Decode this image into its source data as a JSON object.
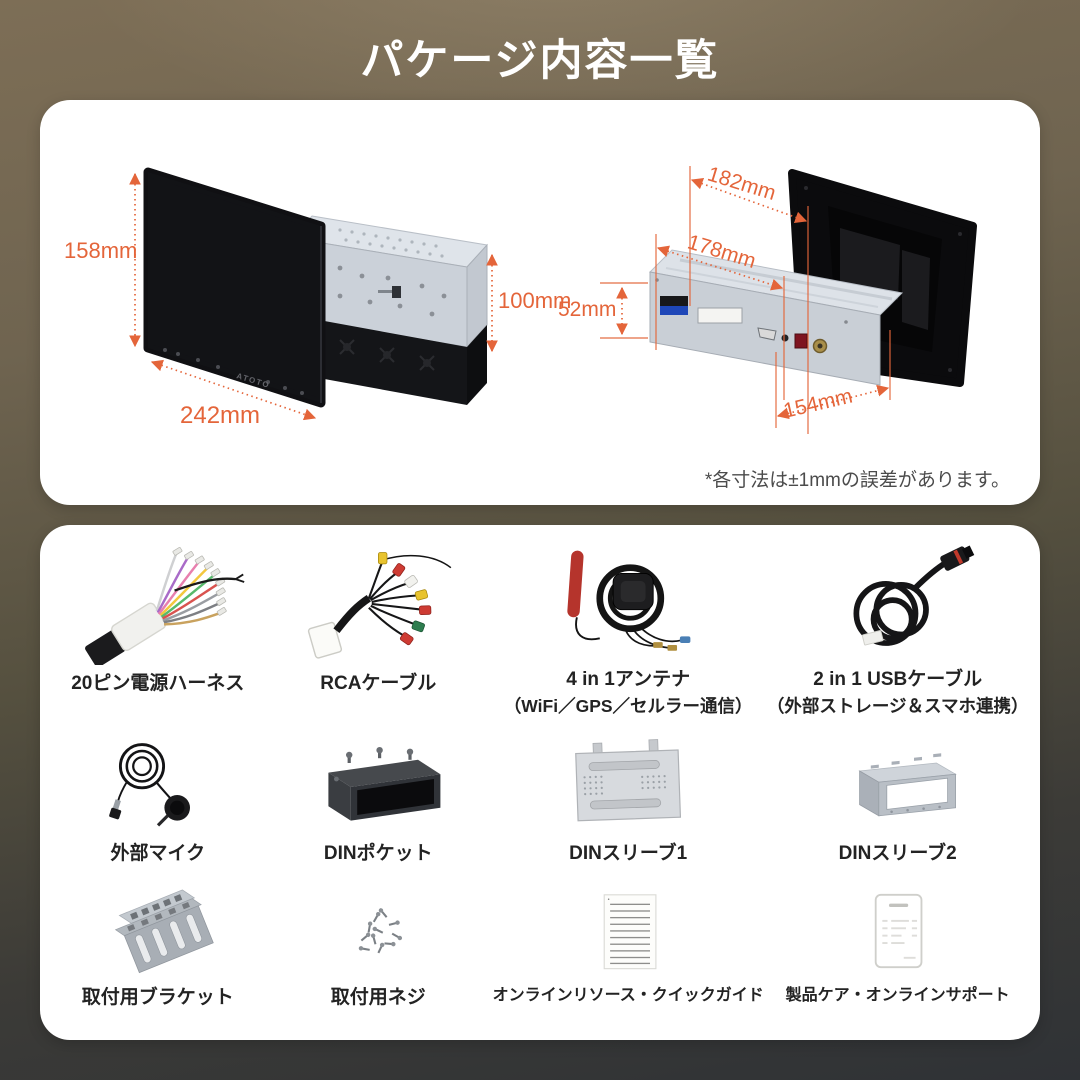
{
  "page": {
    "title": "パケージ内容一覧"
  },
  "colors": {
    "accent": "#E4653A",
    "card_bg": "#FFFFFF",
    "label_text": "#232323",
    "note_text": "#4B4B4B",
    "title_text": "#FFFFFF",
    "bg_top": "#7B6C54",
    "bg_bottom": "#2F3236"
  },
  "dimensions_card": {
    "front_view": {
      "logo": "ATOTO",
      "height_label": "158mm",
      "width_label": "242mm",
      "body_height_label": "100mm"
    },
    "rear_view": {
      "panel_width_label": "182mm",
      "body_width_label": "178mm",
      "body_height_label": "52mm",
      "body_depth_label": "154mm"
    },
    "note": "*各寸法は±1mmの誤差があります。"
  },
  "items_card": {
    "items": [
      {
        "label": "20ピン電源ハーネス",
        "icon": "power-harness"
      },
      {
        "label": "RCAケーブル",
        "icon": "rca-cable"
      },
      {
        "label": "4 in 1アンテナ",
        "sublabel": "（WiFi／GPS／セルラー通信）",
        "icon": "4in1-antenna"
      },
      {
        "label": "2 in 1 USBケーブル",
        "sublabel": "（外部ストレージ＆スマホ連携）",
        "icon": "usb-cable"
      },
      {
        "label": "外部マイク",
        "icon": "external-microphone"
      },
      {
        "label": "DINポケット",
        "icon": "din-pocket"
      },
      {
        "label": "DINスリーブ1",
        "icon": "din-sleeve-1"
      },
      {
        "label": "DINスリーブ2",
        "icon": "din-sleeve-2"
      },
      {
        "label": "取付用ブラケット",
        "icon": "mounting-bracket"
      },
      {
        "label": "取付用ネジ",
        "icon": "mounting-screws"
      },
      {
        "label": "オンラインリソース・クイックガイド",
        "icon": "quick-guide-document"
      },
      {
        "label": "製品ケア・オンラインサポート",
        "icon": "support-card"
      }
    ]
  }
}
